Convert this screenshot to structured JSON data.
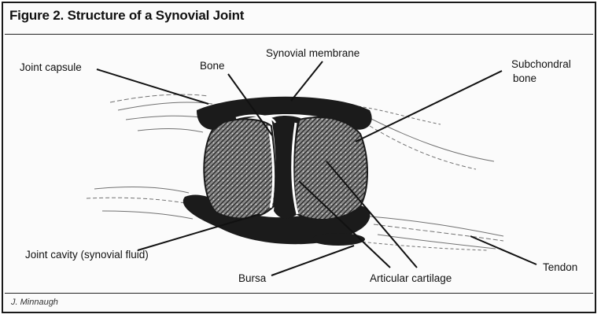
{
  "figure": {
    "title": "Figure 2.  Structure of a Synovial Joint",
    "credit": "J. Minnaugh"
  },
  "labels": {
    "joint_capsule": "Joint capsule",
    "bone": "Bone",
    "synovial_membrane": "Synovial membrane",
    "subchondral_bone_line1": "Subchondral",
    "subchondral_bone_line2": "bone",
    "joint_cavity": "Joint cavity (synovial fluid)",
    "bursa": "Bursa",
    "articular_cartilage": "Articular cartilage",
    "tendon": "Tendon"
  }
}
